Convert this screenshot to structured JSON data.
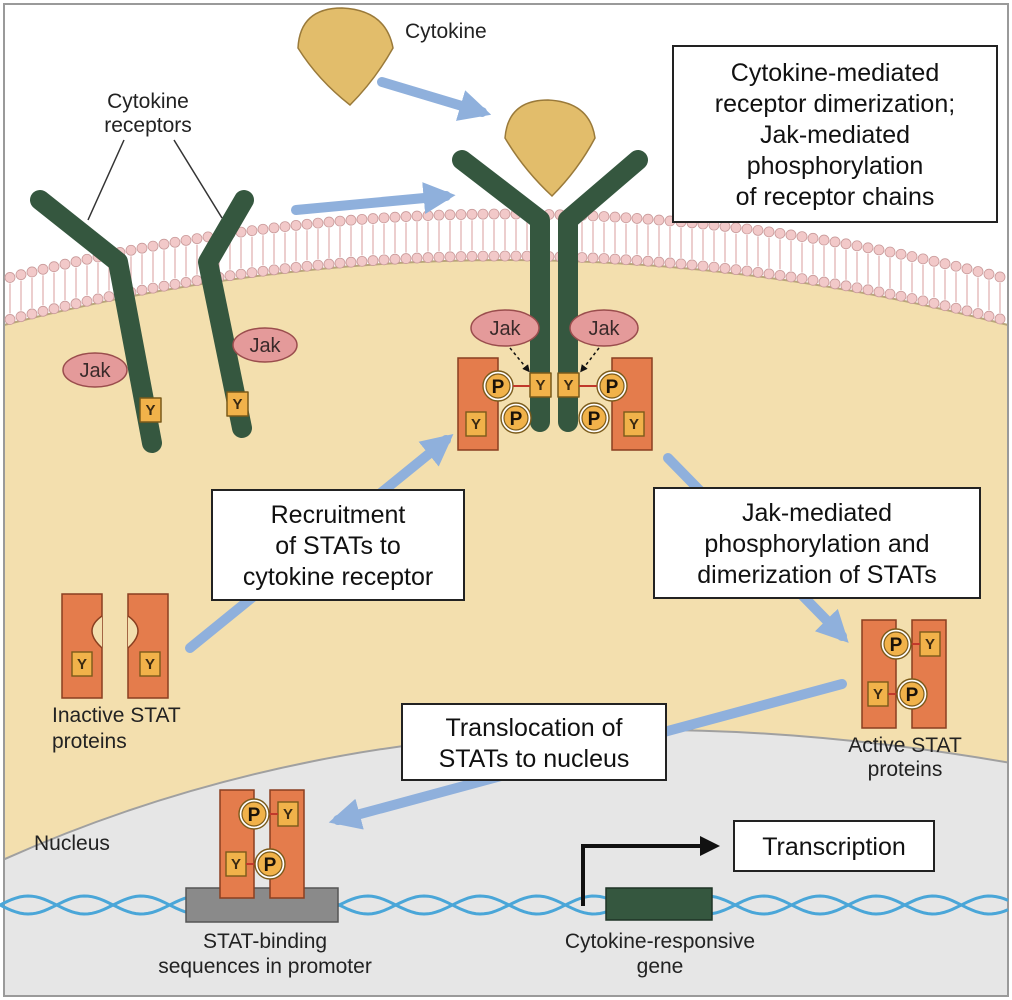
{
  "labels": {
    "cytokine": "Cytokine",
    "receptors_line1": "Cytokine",
    "receptors_line2": "receptors",
    "jak": "Jak",
    "y": "Y",
    "p": "P",
    "inactive_line1": "Inactive STAT",
    "inactive_line2": "proteins",
    "active_line1": "Active STAT",
    "active_line2": "proteins",
    "nucleus": "Nucleus",
    "binding_line1": "STAT-binding",
    "binding_line2": "sequences in promoter",
    "gene_line1": "Cytokine-responsive",
    "gene_line2": "gene"
  },
  "boxes": {
    "dimerization": [
      "Cytokine-mediated",
      "receptor dimerization;",
      "Jak-mediated",
      "phosphorylation",
      "of receptor chains"
    ],
    "recruitment": [
      "Recruitment",
      "of STATs to",
      "cytokine receptor"
    ],
    "phosphorylation": [
      "Jak-mediated",
      "phosphorylation and",
      "dimerization of STATs"
    ],
    "translocation": [
      "Translocation of",
      "STATs to nucleus"
    ],
    "transcription": "Transcription"
  },
  "colors": {
    "cytoplasm": "#f3dfae",
    "membrane": "#efdcae",
    "lipid_head": "#f2c9c9",
    "lipid_tail": "#e3b8b8",
    "nucleus": "#e6e6e6",
    "receptor": "#35573f",
    "cytokine": "#e2bd6b",
    "jak": "#e49a9a",
    "stat": "#e47c4c",
    "tyrosine": "#f1b24a",
    "phosphate": "#f1b24a",
    "arrow": "#8fb0dc",
    "dna": "#4aa6d8",
    "promoter": "#8a8a8a",
    "gene": "#35573f"
  }
}
